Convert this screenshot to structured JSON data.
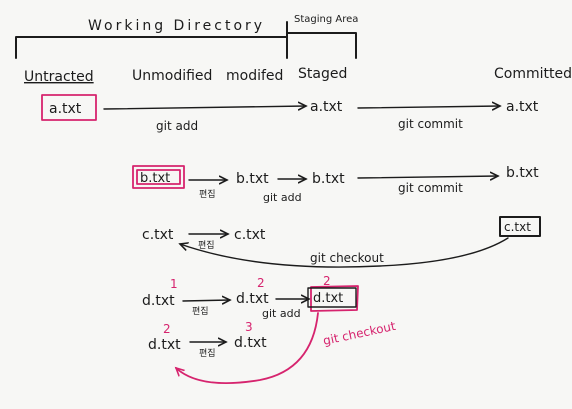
{
  "colors": {
    "ink": "#1c1c1c",
    "highlight": "#d6246e",
    "paper": "#f7f7f5"
  },
  "headers": {
    "working_directory": "Working Directory",
    "staging_area": "Staging Area"
  },
  "states": {
    "untracked": "Untracted",
    "unmodified": "Unmodified",
    "modified": "modifed",
    "staged": "Staged",
    "committed": "Committed"
  },
  "row_a": {
    "file_untracked": "a.txt",
    "file_staged": "a.txt",
    "file_committed": "a.txt",
    "cmd_add": "git add",
    "cmd_commit": "git commit"
  },
  "row_b": {
    "file_1": "b.txt",
    "edit_note": "편집",
    "file_2": "b.txt",
    "file_3": "b.txt",
    "file_committed": "b.txt",
    "cmd_add": "git add",
    "cmd_commit": "git commit"
  },
  "row_c": {
    "file_1": "c.txt",
    "edit_note": "편집",
    "file_2": "c.txt",
    "file_committed": "c.txt",
    "cmd_checkout": "git checkout"
  },
  "row_d1": {
    "file_1": "d.txt",
    "num_1": "1",
    "edit_note": "편집",
    "file_2": "d.txt",
    "num_2": "2",
    "cmd_add": "git add",
    "file_staged": "d.txt",
    "num_3": "2"
  },
  "row_d2": {
    "file_1": "d.txt",
    "num_1": "2",
    "edit_note": "편집",
    "file_2": "d.txt",
    "num_2": "3",
    "cmd_checkout": "git checkout"
  }
}
